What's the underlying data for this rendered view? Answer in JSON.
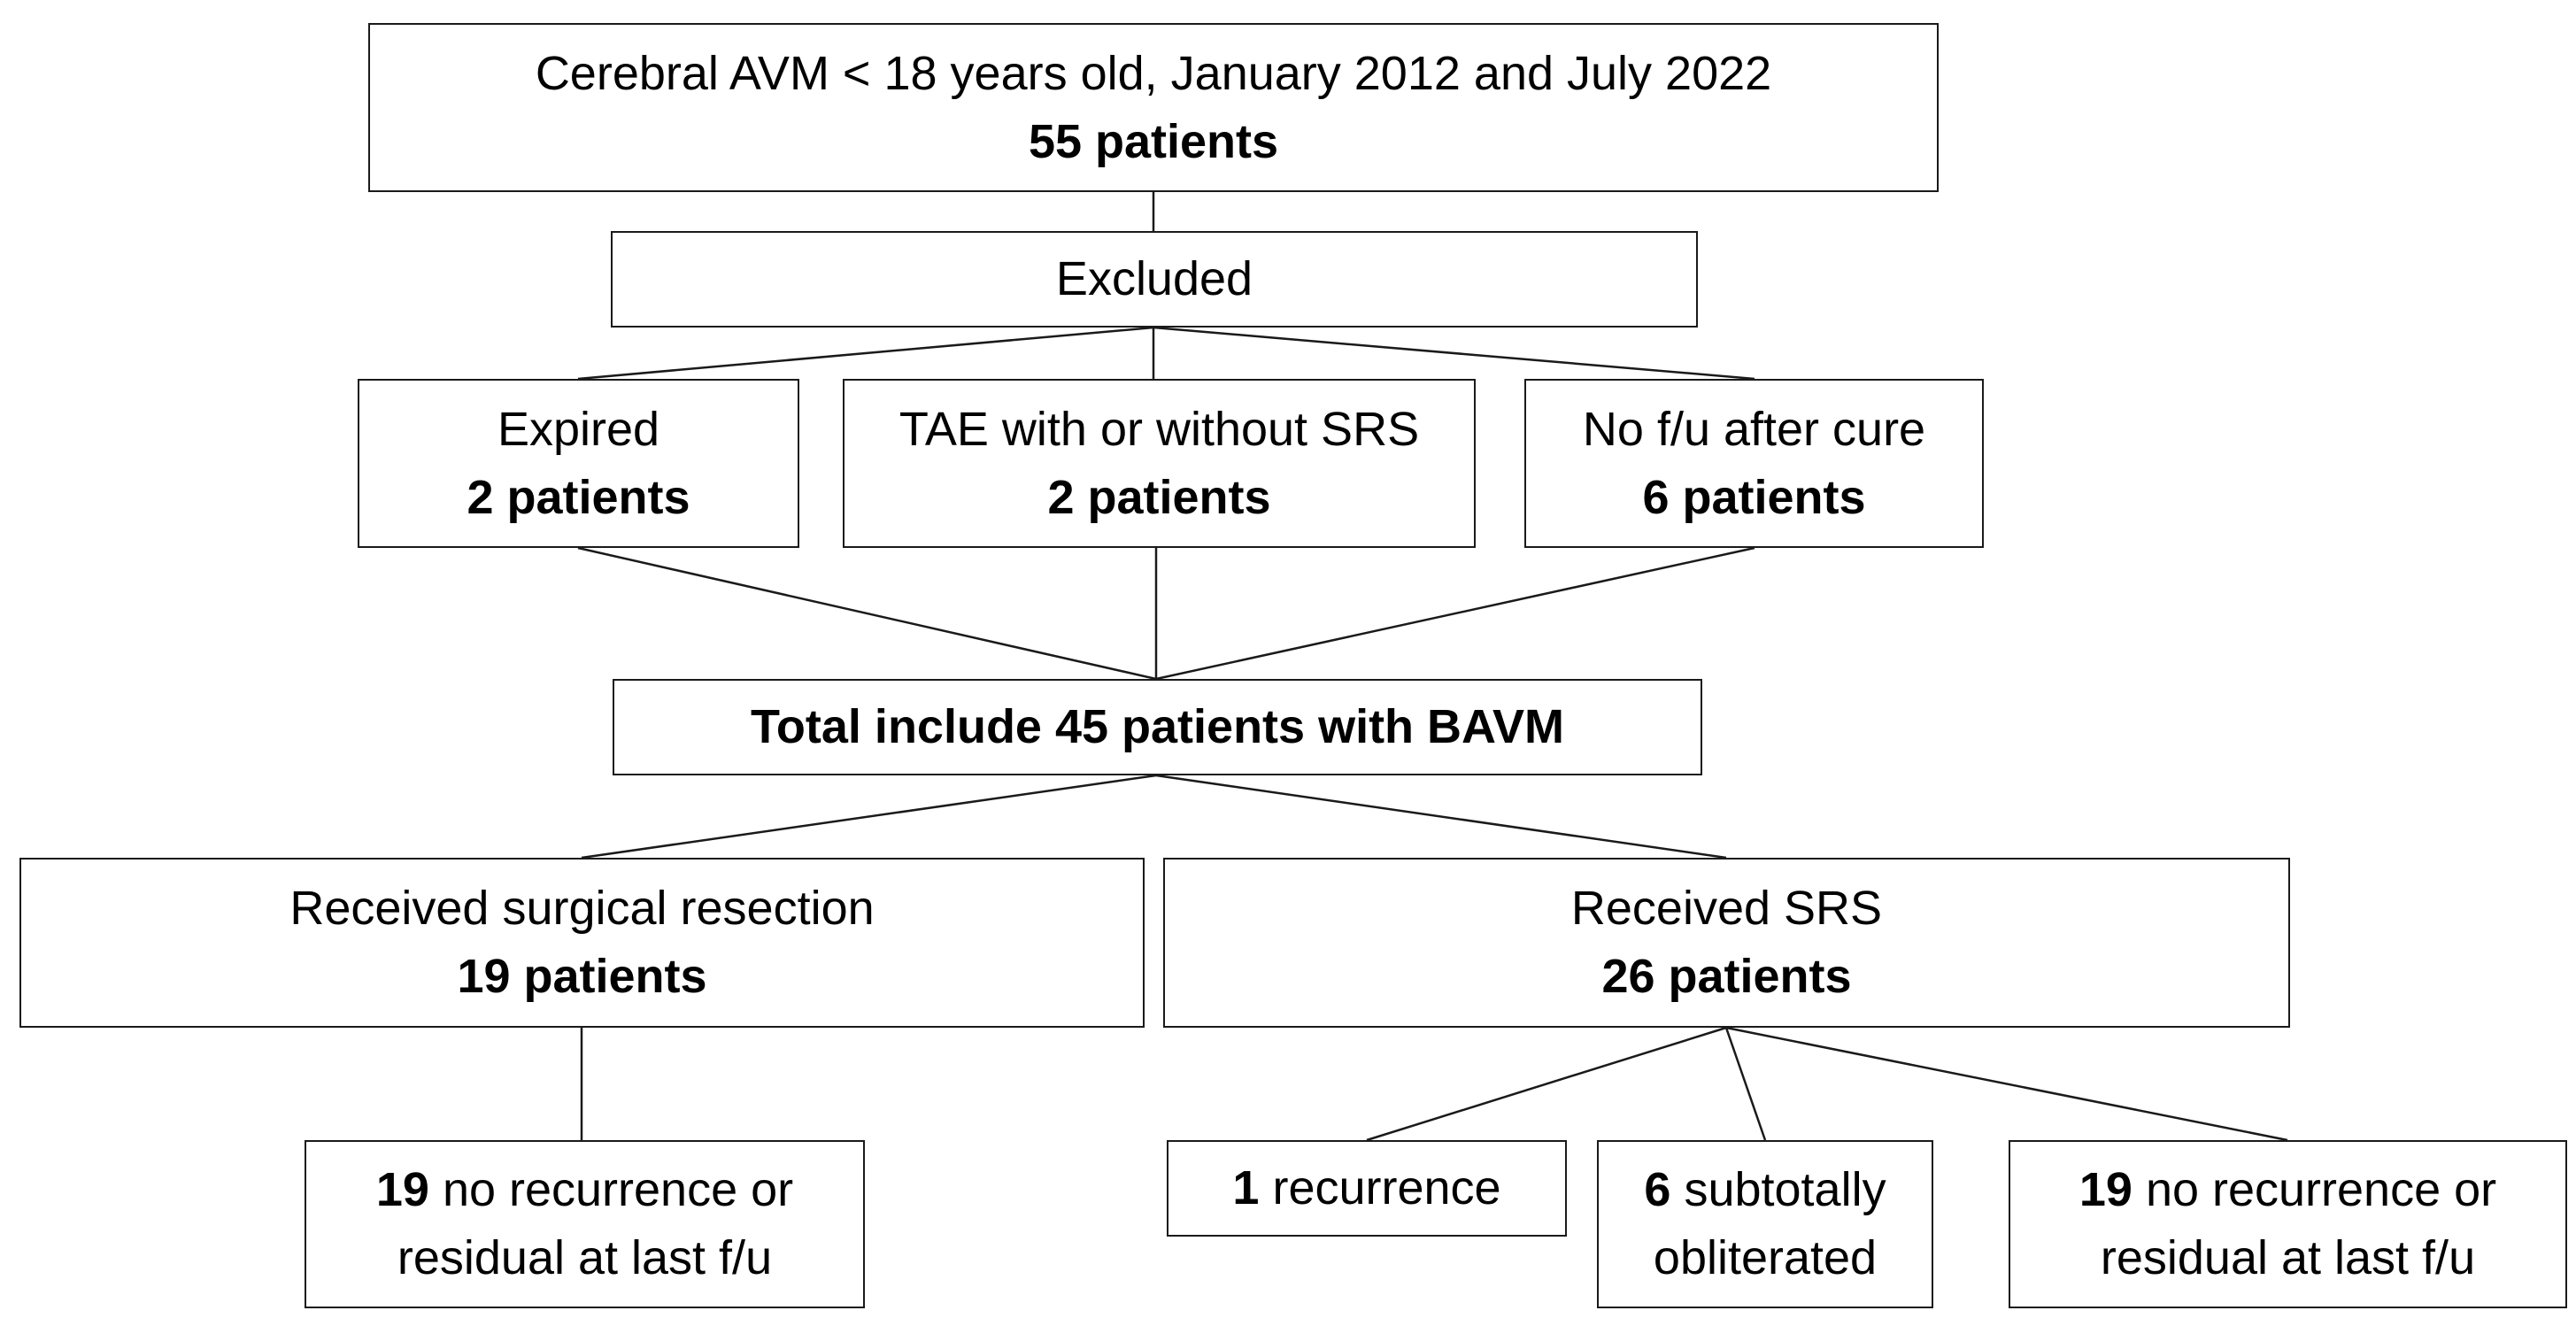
{
  "flowchart": {
    "root": {
      "line1": "Cerebral AVM < 18 years old,  January 2012 and July 2022",
      "line2": "55 patients"
    },
    "excluded": {
      "label": "Excluded"
    },
    "exclusions": {
      "expired": {
        "label": "Expired",
        "count": "2 patients"
      },
      "tae": {
        "label": "TAE with or without SRS",
        "count": "2 patients"
      },
      "no_followup": {
        "label": "No f/u after cure",
        "count": "6 patients"
      }
    },
    "total": {
      "label": "Total include 45 patients with BAVM"
    },
    "surgery": {
      "label": "Received surgical resection",
      "count": "19 patients",
      "outcome": {
        "count": "19",
        "text1": " no recurrence or",
        "text2": "residual at last f/u"
      }
    },
    "srs": {
      "label": "Received SRS",
      "count": "26 patients",
      "outcomes": {
        "recurrence": {
          "count": "1",
          "text": " recurrence"
        },
        "subtotal": {
          "count": "6",
          "text1": " subtotally",
          "text2": "obliterated"
        },
        "no_recurrence": {
          "count": "19",
          "text1": " no recurrence or",
          "text2": "residual at last f/u"
        }
      }
    }
  },
  "colors": {
    "line": "#1a1a1a",
    "box_border": "#1a1a1a",
    "background": "#ffffff"
  }
}
